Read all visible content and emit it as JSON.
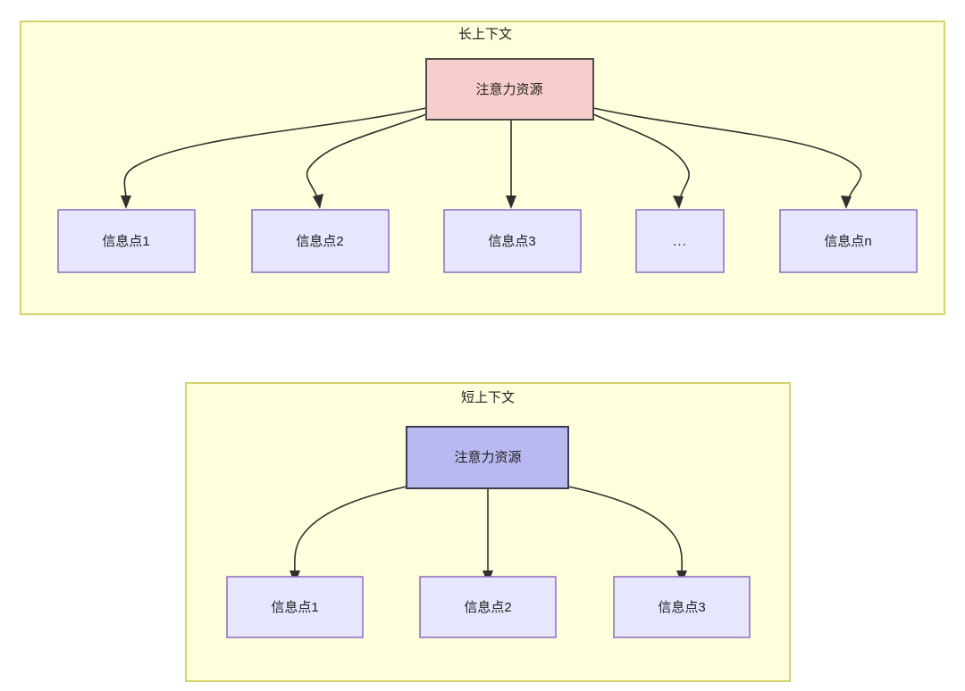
{
  "diagram": {
    "title_long": "长上下文",
    "title_short": "短上下文",
    "attention_label_long": "注意力资源",
    "attention_label_short": "注意力资源",
    "colors": {
      "container_fill": "#ffffdd",
      "container_stroke": "#d6d36a",
      "attention_long_fill": "#f8cecc",
      "attention_long_stroke": "#4d4d4d",
      "attention_short_fill": "#b9b9f2",
      "attention_short_stroke": "#3d3d52",
      "info_fill": "#e6e6fd",
      "info_stroke": "#9673c0",
      "edge_stroke": "#2f2f2f"
    },
    "long_context": {
      "title": "长上下文",
      "attention": "注意力资源",
      "info_points": [
        {
          "label": "信息点1"
        },
        {
          "label": "信息点2"
        },
        {
          "label": "信息点3"
        },
        {
          "label": "..."
        },
        {
          "label": "信息点n"
        }
      ]
    },
    "short_context": {
      "title": "短上下文",
      "attention": "注意力资源",
      "info_points": [
        {
          "label": "信息点1"
        },
        {
          "label": "信息点2"
        },
        {
          "label": "信息点3"
        }
      ]
    }
  }
}
